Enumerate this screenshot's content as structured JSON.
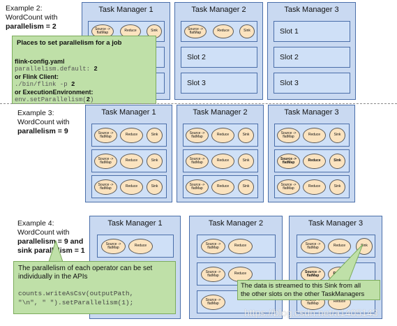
{
  "examples": {
    "ex2": {
      "line1": "Example 2:",
      "line2": "WordCount with",
      "line3": "parallelism = 2"
    },
    "ex3": {
      "line1": "Example 3:",
      "line2": "WordCount with",
      "line3": "parallelism = 9"
    },
    "ex4": {
      "line1": "Example 4:",
      "line2": "WordCount with",
      "line3": "parallelism = 9 and",
      "line4": "sink parallelism = 1"
    }
  },
  "task_managers": {
    "tm1": "Task Manager 1",
    "tm2": "Task Manager 2",
    "tm3": "Task Manager 3"
  },
  "slots": {
    "slot1": "Slot 1",
    "slot2": "Slot 2",
    "slot3": "Slot 3"
  },
  "operators": {
    "source": "Source -> flatMap",
    "reduce": "Reduce",
    "sink": "Sink"
  },
  "callout_parallelism": {
    "title": "Places to set parallelism for a job",
    "conf_title": "flink-config.yaml",
    "conf_key": "parallelism.default: ",
    "conf_val": "2",
    "client_title": "or Flink Client:",
    "client_cmd": "./bin/flink -p ",
    "client_val": "2",
    "env_title": "or ExecutionEnvironment:",
    "env_call": "env.setParallelism(",
    "env_val": "2",
    "env_close": ")"
  },
  "callout_operator": {
    "text1": "The parallelism of each operator can be set",
    "text2": "individually in the APIs",
    "code1": "counts.writeAsCsv(outputPath,",
    "code2": "\"\\n\", \" \").setParallelism(1);"
  },
  "callout_sink": {
    "text1": "The data is streamed to this Sink from all",
    "text2": "the other slots on the other TaskManagers"
  },
  "watermark": "https://blog.csdn.net/a1405143"
}
